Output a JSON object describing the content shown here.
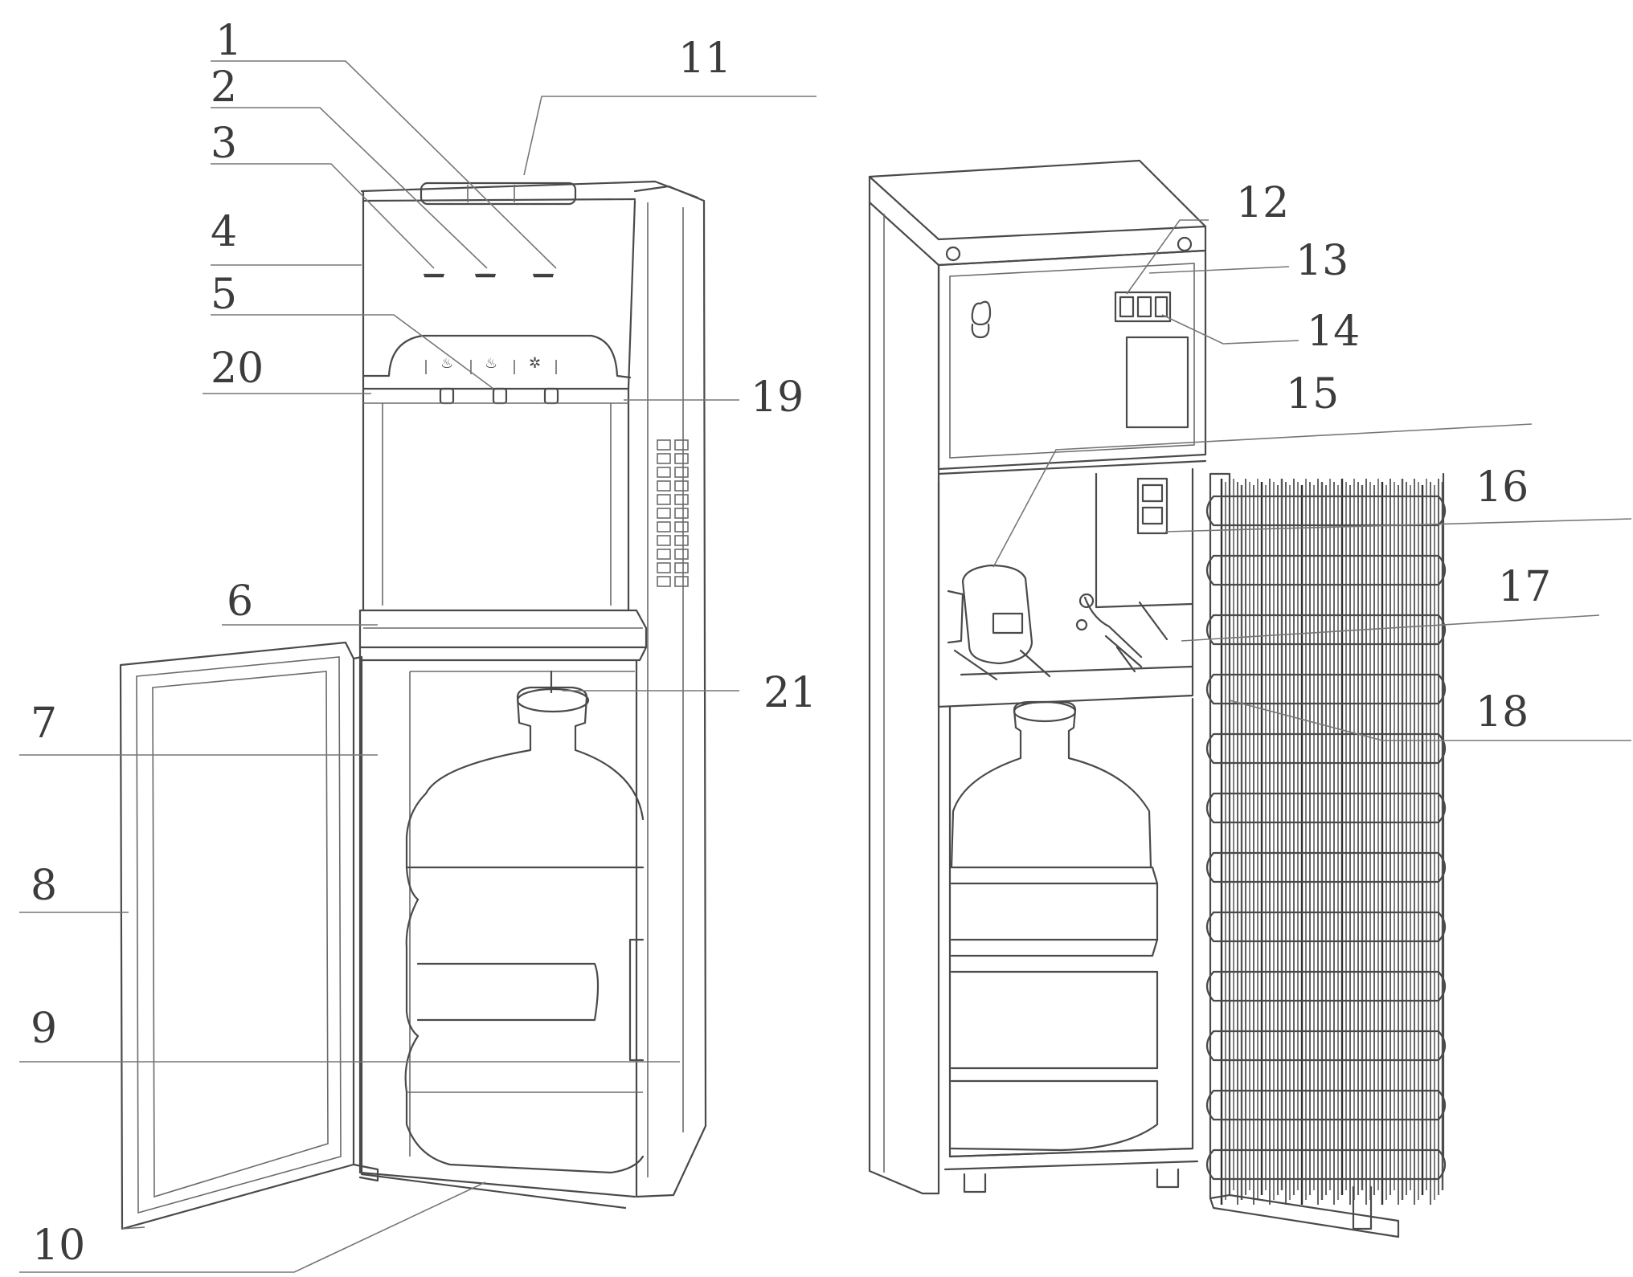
{
  "figure": {
    "left_view": "front view",
    "right_view": "rear view",
    "tap_icons": [
      "hot-tap-icon",
      "normal-tap-icon",
      "cold-tap-icon"
    ]
  },
  "callouts": {
    "c1": "1",
    "c2": "2",
    "c3": "3",
    "c4": "4",
    "c5": "5",
    "c6": "6",
    "c7": "7",
    "c8": "8",
    "c9": "9",
    "c10": "10",
    "c11": "11",
    "c12": "12",
    "c13": "13",
    "c14": "14",
    "c15": "15",
    "c16": "16",
    "c17": "17",
    "c18": "18",
    "c19": "19",
    "c20": "20",
    "c21": "21"
  }
}
